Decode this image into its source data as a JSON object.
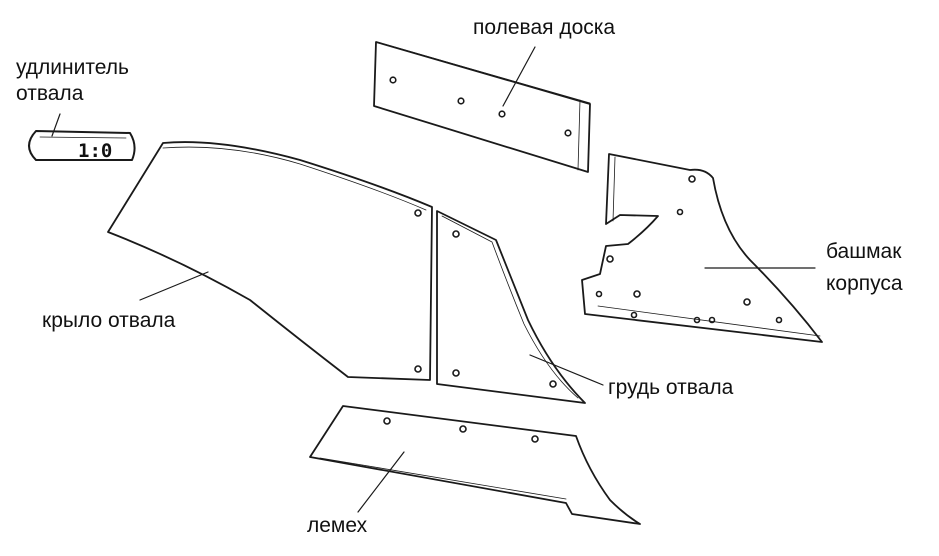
{
  "labels": {
    "field_board": "полевая доска",
    "extension_line1": "удлинитель",
    "extension_line2": "отвала",
    "wing": "крыло отвала",
    "shoe_line1": "башмак",
    "shoe_line2": "корпуса",
    "breast": "грудь  отвала",
    "share": "лемех"
  },
  "extension_marking": "1:0",
  "colors": {
    "line": "#1a1a1a",
    "background": "#ffffff"
  }
}
